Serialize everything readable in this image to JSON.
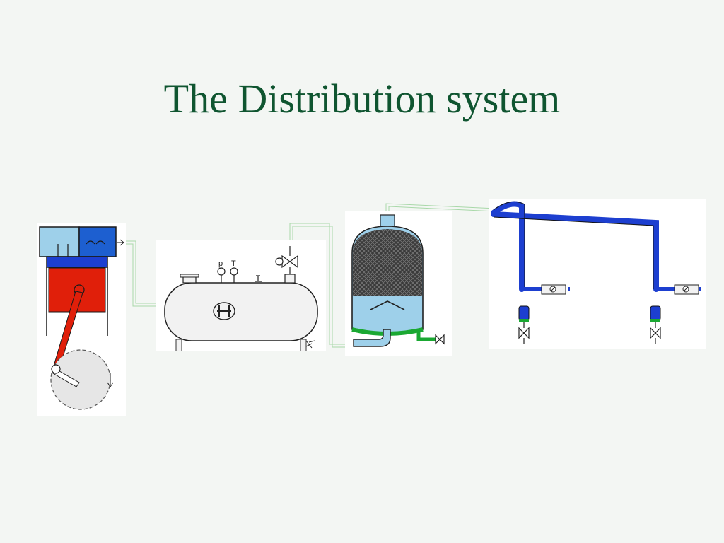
{
  "slide": {
    "title": "The Distribution system"
  },
  "receiver": {
    "gauge_pressure_label": "p",
    "gauge_temperature_label": "T"
  },
  "colors": {
    "title": "#0f5530",
    "background": "#f3f6f3",
    "pipe_blue": "#1d3fd0",
    "light_blue": "#9ed0ea",
    "piston_red": "#e01f0a",
    "drain_green": "#1aa832",
    "connector_green": "#a8d8a8"
  }
}
